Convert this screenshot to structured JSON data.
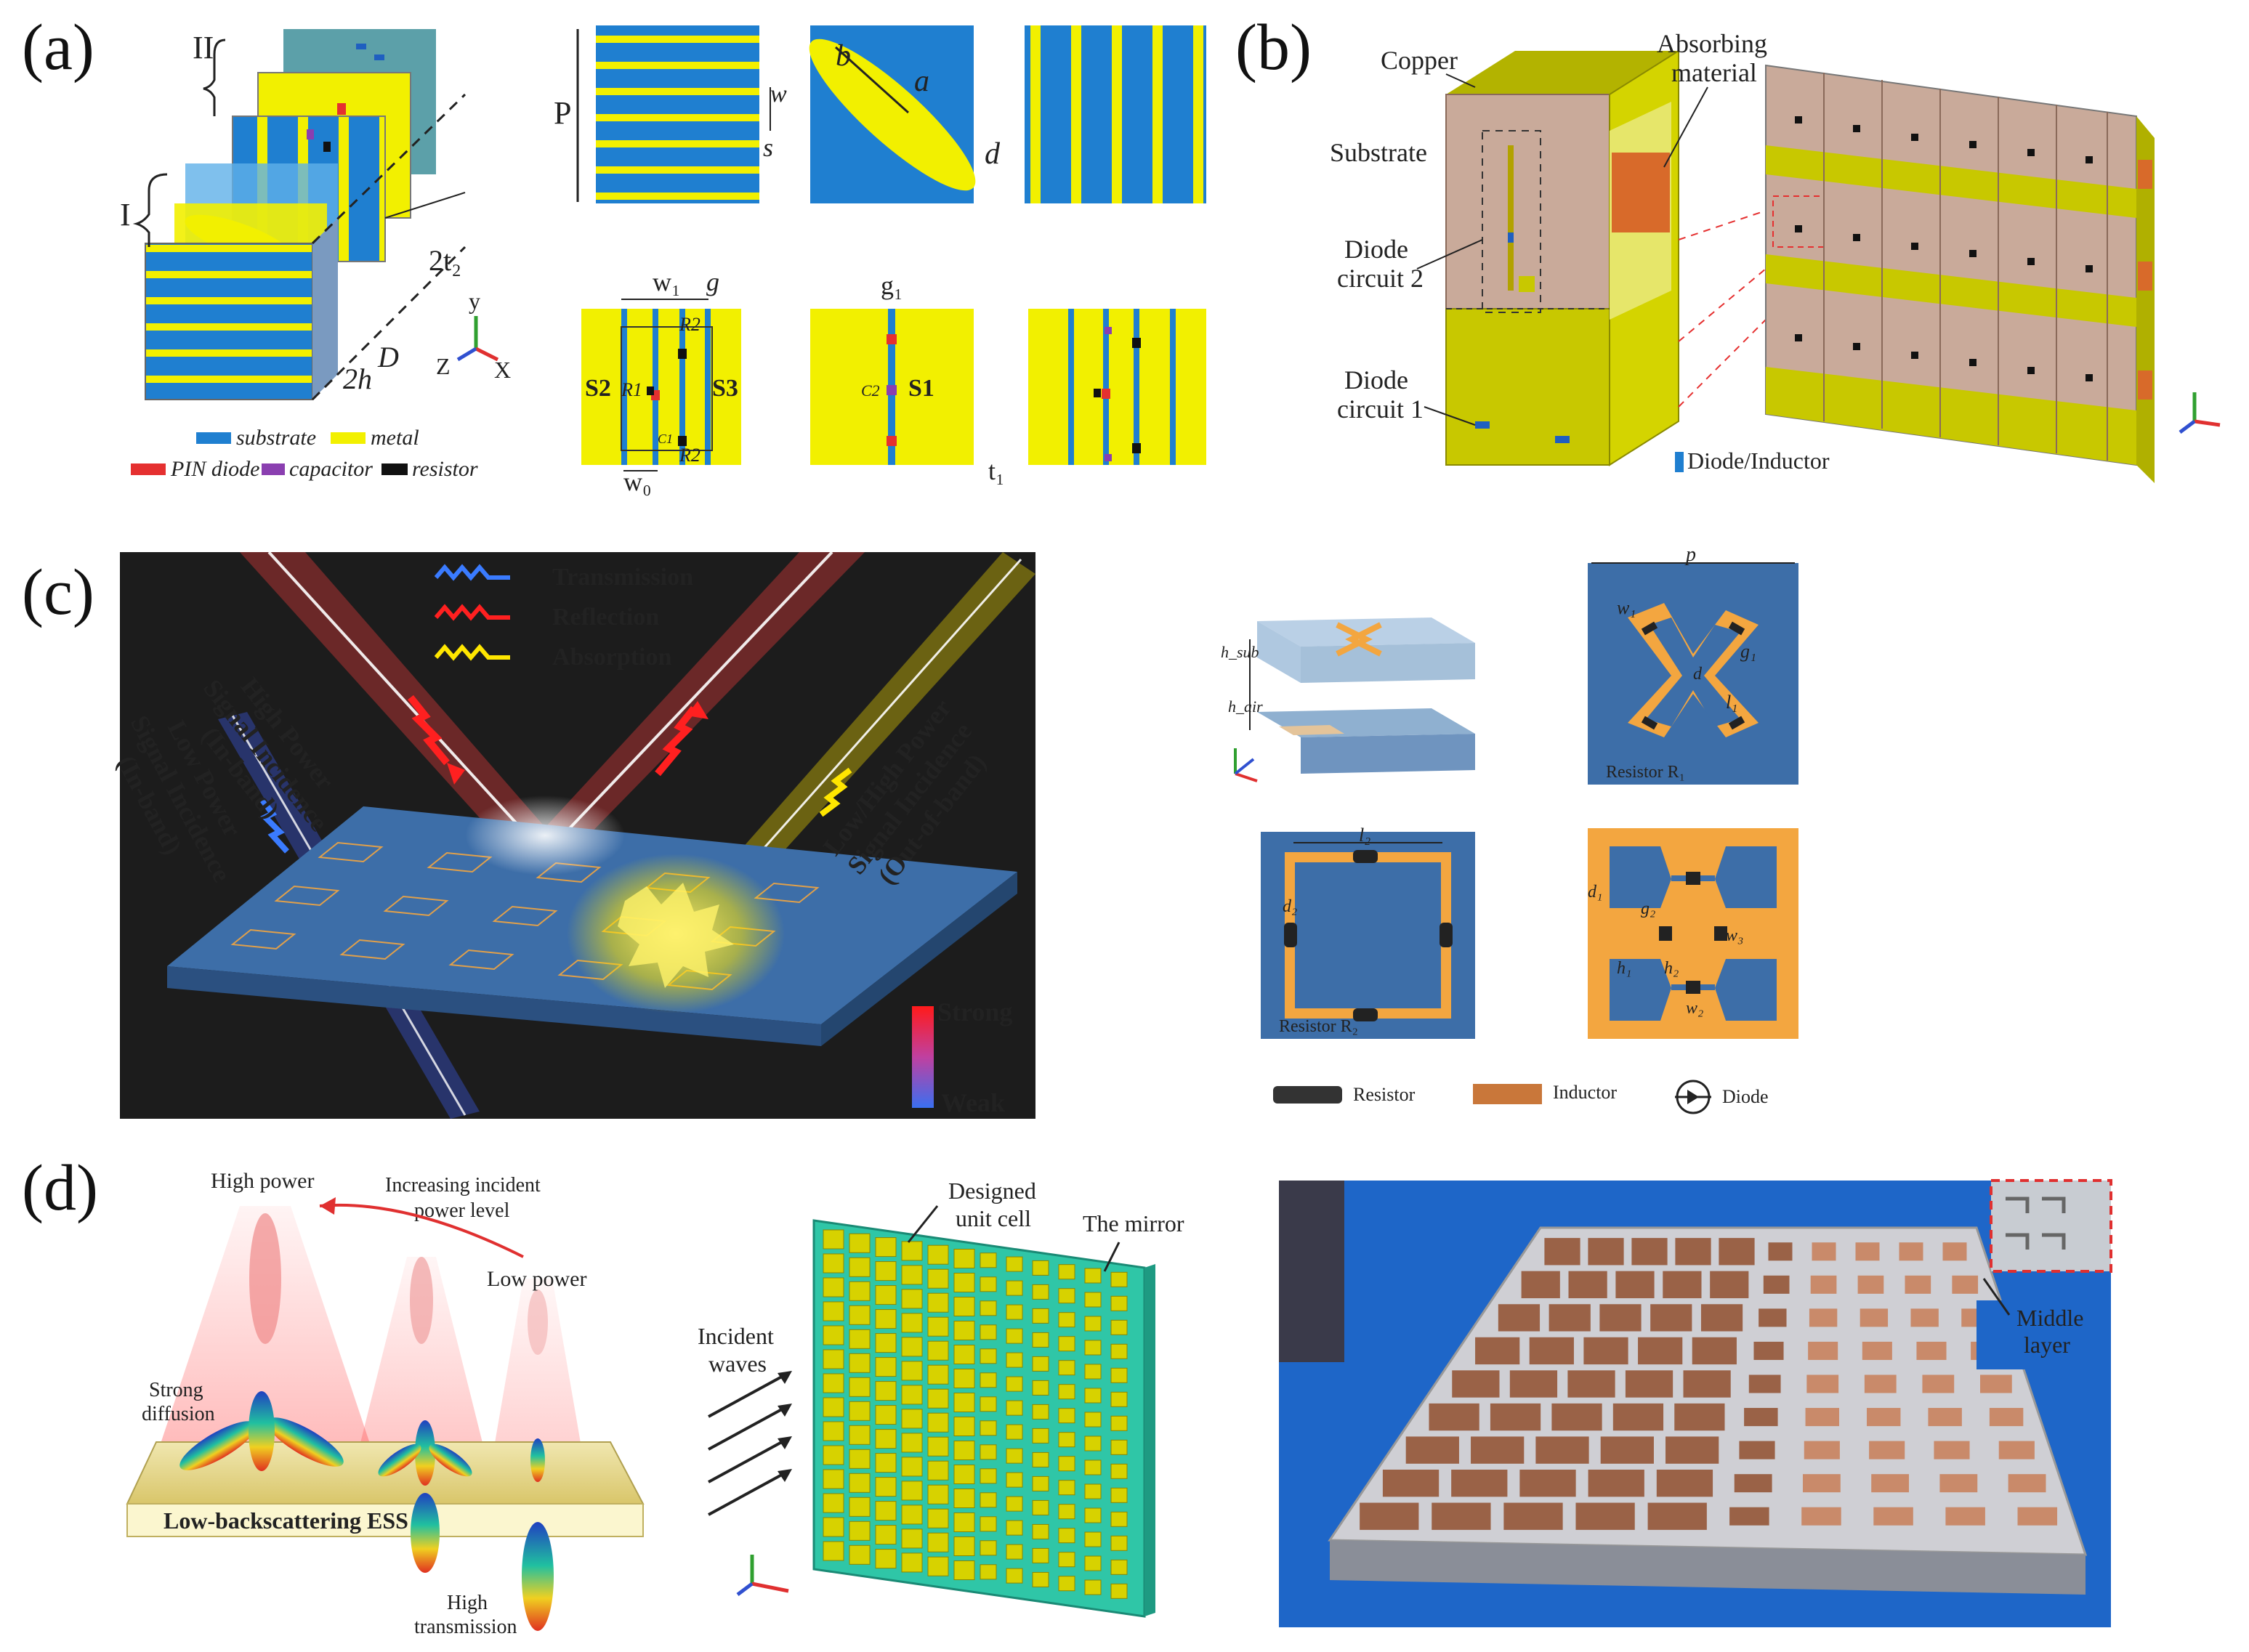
{
  "panels": {
    "a": {
      "label": "(a)",
      "roman_i": "I",
      "roman_ii": "II",
      "dim_2t2": "2t₂",
      "dim_D": "D",
      "dim_2h": "2h",
      "axis_y": "y",
      "axis_z": "Z",
      "axis_x": "X",
      "legend": {
        "substrate": "substrate",
        "metal": "metal",
        "pin": "PIN diode",
        "capacitor": "capacitor",
        "resistor": "resistor"
      },
      "params": {
        "P": "P",
        "w": "w",
        "s": "s",
        "a": "a",
        "b": "b",
        "d": "d",
        "w1": "w₁",
        "g": "g",
        "g1": "g₁",
        "R2": "R2",
        "R1": "R1",
        "C1": "C1",
        "C2": "C2",
        "S1": "S1",
        "S2": "S2",
        "S3": "S3",
        "w0": "w₀",
        "t1": "t₁"
      },
      "colors": {
        "substrate": "#1f7fd0",
        "metal": "#f2f000",
        "pin": "#e53030",
        "capacitor": "#8a3fb0",
        "resistor": "#111111"
      }
    },
    "b": {
      "label": "(b)",
      "copper": "Copper",
      "absorbing": "Absorbing",
      "material": "material",
      "substrate": "Substrate",
      "diode2_a": "Diode",
      "diode2_b": "circuit 2",
      "diode1_a": "Diode",
      "diode1_b": "circuit 1",
      "legend": "Diode/Inductor",
      "colors": {
        "board": "#c9aa9a",
        "metal": "#c8c800",
        "absorber": "#d86a2a"
      }
    },
    "c": {
      "label": "(c)",
      "transmission": "Transmission",
      "reflection": "Reflection",
      "absorption": "Absorption",
      "hp1": "High Power",
      "hp2": "Signal Incidence",
      "hp3": "(In-band)",
      "lp1": "Low Power",
      "lp2": "Signal Incidence",
      "lp3": "(In-band)",
      "oob1": "Low/High Power",
      "oob2": "Signal Incidence",
      "oob3": "(Out-of-band)",
      "strong": "Strong",
      "weak": "Weak",
      "h_sub": "h_sub",
      "h_air": "h_air",
      "p": "p",
      "w1": "w₁",
      "g1": "g₁",
      "l1": "l₁",
      "dsym": "d",
      "resR1": "Resistor R₁",
      "l2": "l₂",
      "d2": "d₂",
      "resR2": "Resistor R₂",
      "d1": "d₁",
      "g2": "g₂",
      "w3": "w₃",
      "h1": "h₁",
      "h2": "h₂",
      "w2": "w₂",
      "legend_resistor": "Resistor",
      "legend_inductor": "Inductor",
      "legend_diode": "Diode",
      "colors": {
        "cell": "#3d6ea8",
        "copper": "#f3a640",
        "blue": "#3a7bff",
        "red": "#ff2020",
        "yellow": "#ffe600"
      }
    },
    "d": {
      "label": "(d)",
      "high_power": "High power",
      "increasing1": "Increasing incident",
      "increasing2": "power level",
      "low_power": "Low power",
      "strong1": "Strong",
      "strong2": "diffusion",
      "ess": "Low-backscattering ESS",
      "high1": "High",
      "high2": "transmission",
      "incident1": "Incident",
      "incident2": "waves",
      "designed1": "Designed",
      "designed2": "unit cell",
      "mirror": "The mirror",
      "middle1": "Middle",
      "middle2": "layer",
      "colors": {
        "grid_bg": "#2fc6a7",
        "patch": "#d7d200",
        "copper": "#9a6247",
        "mat": "#1e66c8"
      }
    }
  }
}
